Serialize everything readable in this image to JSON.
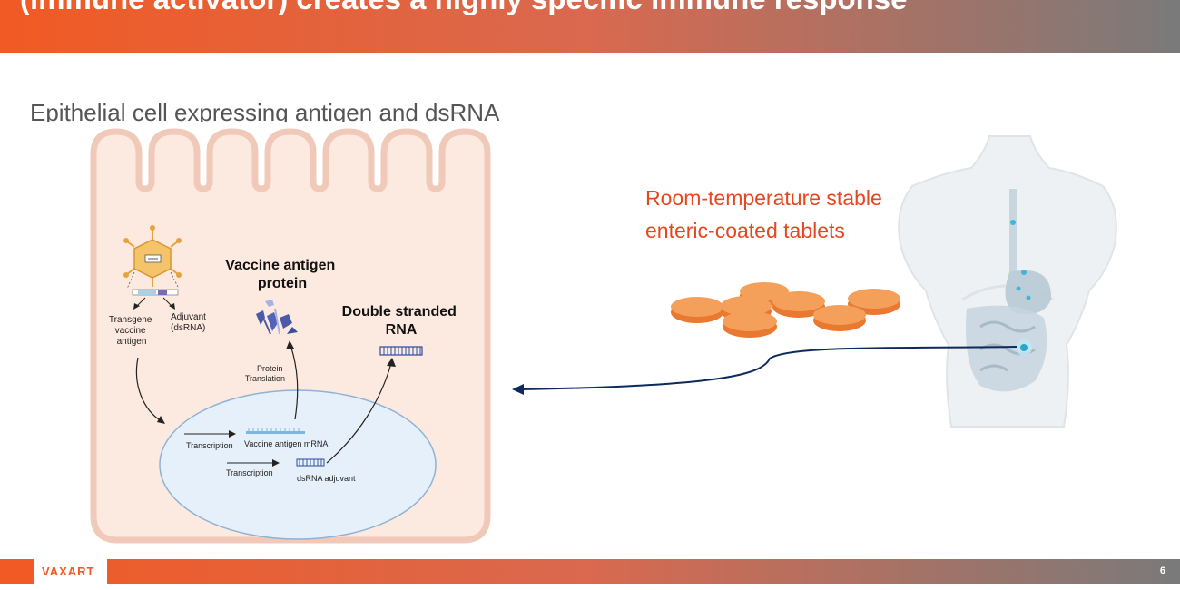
{
  "header": {
    "title": "(immune activator) creates a highly specific immune response"
  },
  "subtitle": "Epithelial cell expressing antigen and dsRNA",
  "cell": {
    "transgene_label": [
      "Transgene",
      "vaccine",
      "antigen"
    ],
    "adjuvant_label": [
      "Adjuvant",
      "(dsRNA)"
    ],
    "protein_heading": [
      "Vaccine antigen",
      "protein"
    ],
    "dsrna_heading": [
      "Double stranded",
      "RNA"
    ],
    "translation_label": [
      "Protein",
      "Translation"
    ],
    "transcription_label_1": "Transcription",
    "mrna_label": "Vaccine antigen mRNA",
    "transcription_label_2": "Transcription",
    "dsrna_adjuvant_label": "dsRNA adjuvant"
  },
  "tablets_text": [
    "Room-temperature stable",
    "enteric-coated tablets"
  ],
  "footer": {
    "logo": "VAXART",
    "page_number": "6"
  },
  "colors": {
    "brand_orange": "#f15a24",
    "tablet_orange": "#f28a3c",
    "cell_fill": "#fce9df",
    "nucleus_fill": "#e6f0fa",
    "arrow_navy": "#0d2a5c"
  }
}
